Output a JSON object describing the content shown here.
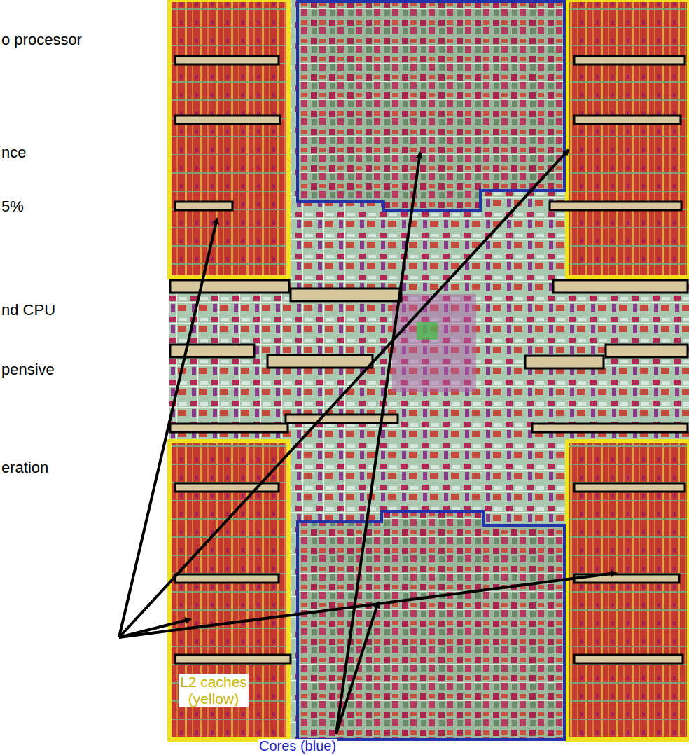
{
  "diagram": {
    "labels": [
      "o processor",
      "nce",
      "5%",
      "nd CPU",
      "pensive",
      "eration",
      "L2 caches (yellow)",
      "Cores (blue)"
    ]
  }
}
